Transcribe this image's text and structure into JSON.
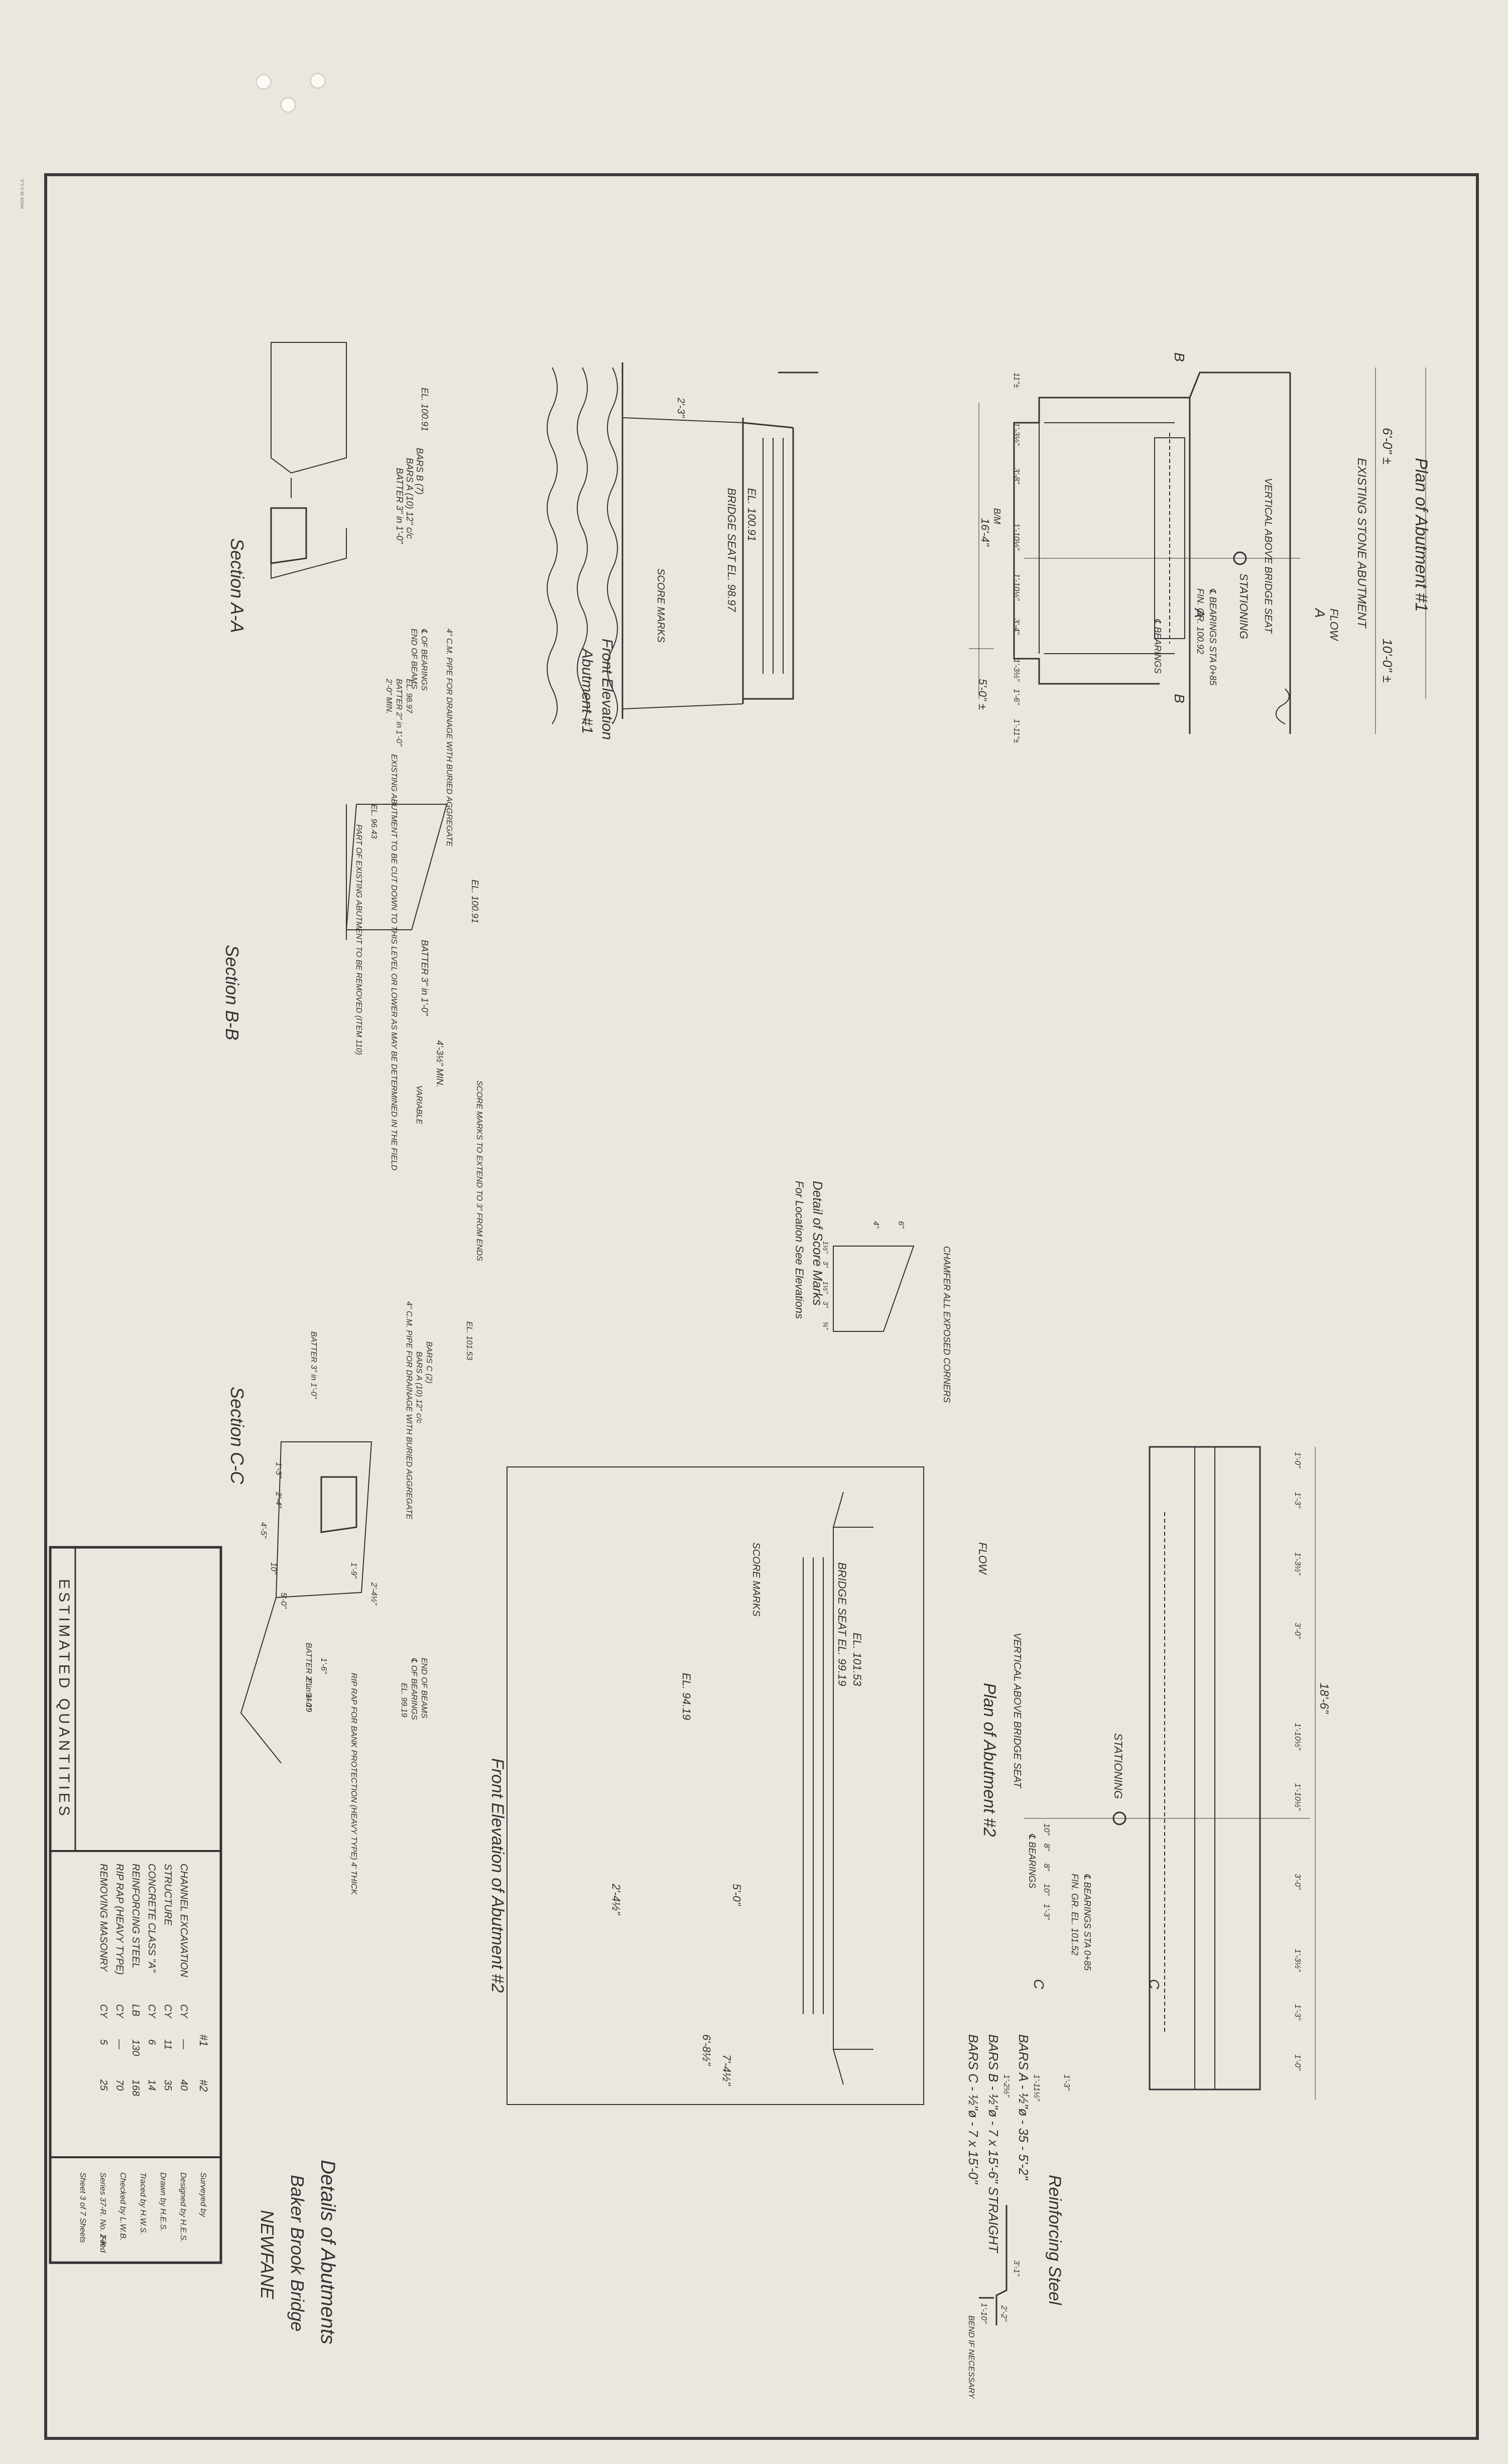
{
  "sheet": {
    "title": "Details of Abutments",
    "bridge": "Baker Brook Bridge",
    "town": "NEWFANE"
  },
  "views": {
    "plan1": "Plan of Abutment #1",
    "plan2": "Plan of Abutment #2",
    "front1_line1": "Front Elevation",
    "front1_line2": "Abutment #1",
    "front2": "Front Elevation of Abutment #2",
    "section_aa": "Section A-A",
    "section_bb": "Section B-B",
    "section_cc": "Section C-C",
    "score_detail_line1": "Detail of Score Marks",
    "score_detail_line2": "For Location See Elevations"
  },
  "plan1_labels": {
    "stationing": "STATIONING",
    "vertical_seat": "VERTICAL ABOVE BRIDGE SEAT",
    "bearings": "℄ BEARINGS STA 0+85",
    "fin_gr": "FIN. GR. 100.92",
    "flow": "FLOW",
    "bearings2": "℄ BEARINGS",
    "dim_6_0": "6'-0\" ±",
    "dim_10_0": "10'-0\" ±",
    "dim_5_0": "5'-0\" ±",
    "dim_16": "16'-4\"",
    "existing_abutment": "EXISTING STONE ABUTMENT",
    "b_top": "B",
    "b_bottom": "B",
    "a_left": "A",
    "a_right": "A",
    "dims_left": [
      "11\"±",
      "1'-3½\"",
      "3'-8\"",
      "1'-10½\"",
      "1'-10½\"",
      "3'-4\"",
      "1'-3½\"",
      "1'-6\"",
      "1'-11\"±"
    ],
    "bm": "B/M"
  },
  "plan2_labels": {
    "stationing": "STATIONING",
    "vertical_seat": "VERTICAL ABOVE BRIDGE SEAT",
    "bearings": "℄ BEARINGS STA 0+85",
    "fin_gr": "FIN. GR. EL. 101.52",
    "flow": "FLOW",
    "bearings2": "℄ BEARINGS",
    "dim_18_6": "18'-6\"",
    "c_left": "C",
    "c_right": "C",
    "dims_top": [
      "10\"",
      "8\"",
      "8\"",
      "10\"",
      "1'-3\""
    ],
    "dims_bottom": [
      "1'-2½\"",
      "1'-11½\"",
      "1'-3\""
    ],
    "dims_left": [
      "1'-0\"",
      "1'-3\"",
      "1'-3½\"",
      "3'-0\"",
      "1'-10½\"",
      "1'-10½\"",
      "3'-0\"",
      "1'-3½\"",
      "1'-3\"",
      "1'-0\""
    ]
  },
  "front1_labels": {
    "el_top": "EL. 100.91",
    "bridge_seat": "BRIDGE SEAT EL. 98.97",
    "score_marks": "SCORE MARKS",
    "dim": "2'-3\""
  },
  "front2_labels": {
    "el_top": "EL. 101.53",
    "bridge_seat": "BRIDGE SEAT EL. 99.19",
    "score_marks": "SCORE MARKS",
    "el_bottom": "EL. 94.19",
    "dim_5_0": "5'-0\"",
    "dim_2_4": "2'-4½\"",
    "dim_6_8": "6'-8½\"",
    "dim_7_4": "7'-4½\""
  },
  "section_aa_labels": {
    "el_top": "EL. 100.91",
    "bars_b": "BARS B (7)",
    "bars_a": "BARS A (10) 12\" c/c",
    "batter": "BATTER 3\" in 1'-0\"",
    "drainage": "4\" C.M. PIPE FOR DRAINAGE WITH BURIED AGGREGATE",
    "bearings": "℄ OF BEARINGS",
    "end_beams": "END OF BEAMS",
    "el_mid": "EL. 98.97",
    "batter2": "BATTER 2\" in 1'-0\"",
    "min": "2'-0\" MIN.",
    "existing_note": "EXISTING ABUTMENT TO BE CUT DOWN TO THIS LEVEL OR LOWER AS MAY BE DETERMINED IN THE FIELD",
    "el_low": "EL. 96.43",
    "part_note": "PART OF EXISTING ABUTMENT TO BE REMOVED (ITEM 110)"
  },
  "section_bb_labels": {
    "el_top": "EL. 100.91",
    "batter": "BATTER 3\" in 1'-0\"",
    "min": "4'-3½\" MIN.",
    "score_note": "SCORE MARKS TO EXTEND TO 3\" FROM ENDS",
    "variable": "VARIABLE"
  },
  "section_cc_labels": {
    "el_top": "EL. 101.53",
    "bars_c": "BARS C (2)",
    "bars_a": "BARS A (10) 12\" c/c",
    "drainage": "4\" C.M. PIPE FOR DRAINAGE WITH BURIED AGGREGATE",
    "batter": "BATTER 3\" in 1'-0\"",
    "end_beams": "END OF BEAMS",
    "bearings": "℄ OF BEARINGS",
    "el_mid": "EL. 99.19",
    "batter2": "BATTER 2\" in 1'-0\"",
    "el_low": "EL. 94.19",
    "riprap": "RIP RAP FOR BANK PROTECTION (HEAVY TYPE) 4' THICK",
    "dims": [
      "1'-3\"",
      "2'-4\"",
      "4'-5\"",
      "10\"",
      "5'-0\"",
      "1'-6\"",
      "1'-9\"",
      "2'-4½\""
    ]
  },
  "score_detail_labels": {
    "chamfer": "CHAMFER ALL EXPOSED CORNERS",
    "dims": [
      "6\"",
      "4\"",
      "1½\"",
      "3\"",
      "1½\"",
      "3\"",
      "¾\""
    ]
  },
  "reinforcing": {
    "title": "Reinforcing Steel",
    "bars": [
      "BARS A - ½\"ø - 35 - 5'-2\"",
      "BARS B - ½\"ø - 7 x 15'-6\"  STRAIGHT",
      "BARS C - ½\"ø - 7 x 15'-0\""
    ],
    "bend_note": "BEND IF NECESSARY",
    "dims": [
      "3'-1\"",
      "2'-2\"",
      "1'-10\""
    ]
  },
  "quantities": {
    "title": "ESTIMATED QUANTITIES",
    "col1": "#1",
    "col2": "#2",
    "rows": [
      {
        "item": "CHANNEL EXCAVATION",
        "unit": "CY",
        "a": "—",
        "b": "40"
      },
      {
        "item": "STRUCTURE",
        "unit": "CY",
        "a": "11",
        "b": "35"
      },
      {
        "item": "CONCRETE CLASS \"A\"",
        "unit": "CY",
        "a": "6",
        "b": "14"
      },
      {
        "item": "REINFORCING STEEL",
        "unit": "LB",
        "a": "130",
        "b": "168"
      },
      {
        "item": "RIP RAP (HEAVY TYPE)",
        "unit": "CY",
        "a": "—",
        "b": "70"
      },
      {
        "item": "REMOVING MASONRY",
        "unit": "CY",
        "a": "5",
        "b": "25"
      }
    ]
  },
  "titleblock": {
    "surveyed": "Surveyed by",
    "designed": "Designed by  H.E.S.",
    "drawn": "Drawn by  H.E.S.",
    "traced": "Traced by  H.W.S.",
    "checked": "Checked by  L.W.B.",
    "series": "Series  37-R.  No.  2-K",
    "sheet": "Sheet  3  of  7  Sheets",
    "filed": "Filed"
  },
  "stamp": "MADE IN U.S.A."
}
